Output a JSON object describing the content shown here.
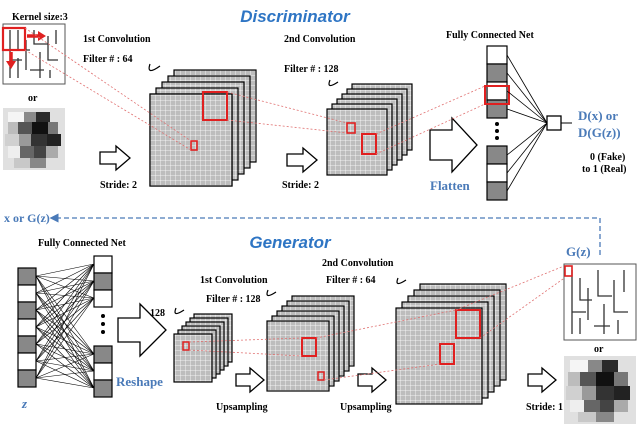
{
  "discriminator": {
    "title": "Discriminator",
    "kernel_label": "Kernel size:3",
    "or_label": "or",
    "conv1": {
      "title": "1st Convolution",
      "filters": "Filter # : 64"
    },
    "conv2": {
      "title": "2nd Convolution",
      "filters": "Filter # : 128"
    },
    "fc_title": "Fully Connected Net",
    "stride1": "Stride: 2",
    "stride2": "Stride: 2",
    "flatten": "Flatten",
    "output_line1": "D(x) or",
    "output_line2": "D(G(z))",
    "range_line1": "0 (Fake)",
    "range_line2": "to 1 (Real)"
  },
  "feedback_label": "x or G(z)",
  "generator": {
    "title": "Generator",
    "fc_title": "Fully Connected Net",
    "size_label": "128",
    "conv1": {
      "title": "1st Convolution",
      "filters": "Filter # : 128"
    },
    "conv2": {
      "title": "2nd Convolution",
      "filters": "Filter # :  64"
    },
    "reshape": "Reshape",
    "upsampling1": "Upsampling",
    "upsampling2": "Upsampling",
    "stride": "Stride: 1",
    "output_label": "G(z)",
    "or_label": "or",
    "z_label": "z"
  }
}
